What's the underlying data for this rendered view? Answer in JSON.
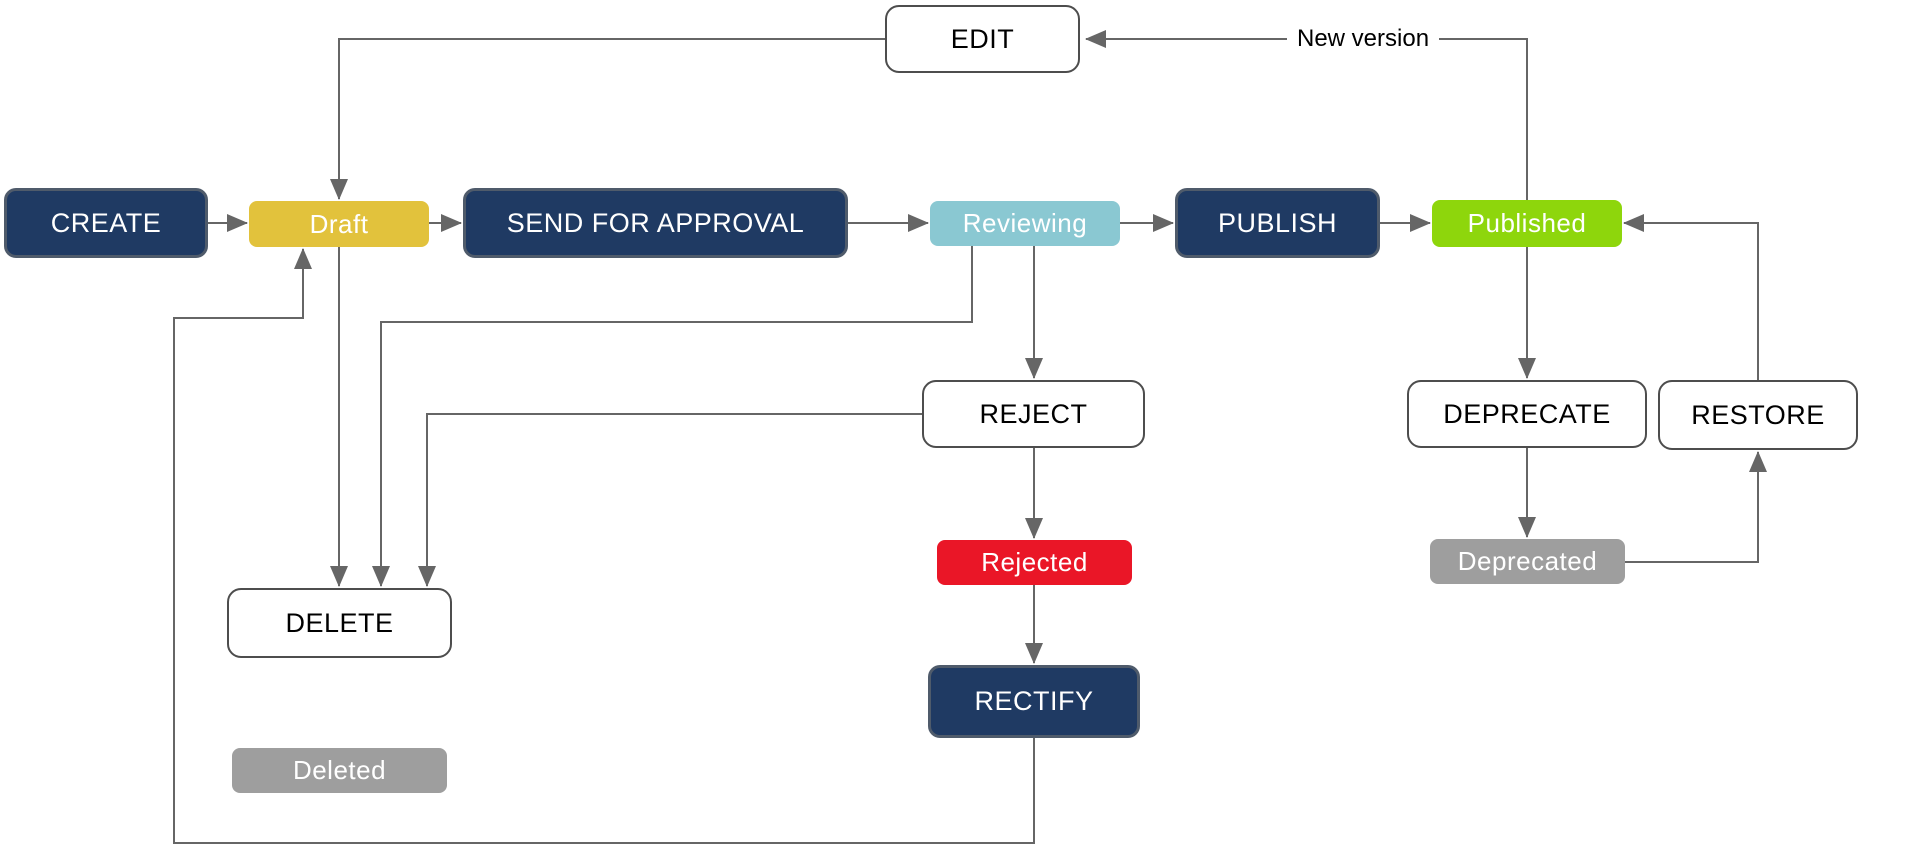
{
  "diagram": {
    "type": "flowchart",
    "line_color": "#666666",
    "palette": {
      "action_navy": "#1F3A63",
      "draft_gold": "#E2C23C",
      "reviewing_teal": "#8AC8D2",
      "published_green": "#8ED60C",
      "rejected_red": "#EA1627",
      "terminal_gray": "#9E9E9E",
      "command_white": "#FFFFFF"
    },
    "nodes": {
      "create": {
        "label": "CREATE",
        "type": "action",
        "fill": "#1F3A63",
        "text_color": "#FFFFFF"
      },
      "draft": {
        "label": "Draft",
        "type": "state",
        "fill": "#E2C23C",
        "text_color": "#FFFFFF"
      },
      "send_for_approval": {
        "label": "SEND FOR APPROVAL",
        "type": "action",
        "fill": "#1F3A63",
        "text_color": "#FFFFFF"
      },
      "reviewing": {
        "label": "Reviewing",
        "type": "state",
        "fill": "#8AC8D2",
        "text_color": "#FFFFFF"
      },
      "publish": {
        "label": "PUBLISH",
        "type": "action",
        "fill": "#1F3A63",
        "text_color": "#FFFFFF"
      },
      "published": {
        "label": "Published",
        "type": "state",
        "fill": "#8ED60C",
        "text_color": "#FFFFFF"
      },
      "edit": {
        "label": "EDIT",
        "type": "command",
        "fill": "#FFFFFF",
        "text_color": "#000000"
      },
      "reject": {
        "label": "REJECT",
        "type": "command",
        "fill": "#FFFFFF",
        "text_color": "#000000"
      },
      "rejected": {
        "label": "Rejected",
        "type": "state",
        "fill": "#EA1627",
        "text_color": "#FFFFFF"
      },
      "rectify": {
        "label": "RECTIFY",
        "type": "action",
        "fill": "#1F3A63",
        "text_color": "#FFFFFF"
      },
      "delete": {
        "label": "DELETE",
        "type": "command",
        "fill": "#FFFFFF",
        "text_color": "#000000"
      },
      "deleted": {
        "label": "Deleted",
        "type": "state",
        "fill": "#9E9E9E",
        "text_color": "#FFFFFF"
      },
      "deprecate": {
        "label": "DEPRECATE",
        "type": "command",
        "fill": "#FFFFFF",
        "text_color": "#000000"
      },
      "restore": {
        "label": "RESTORE",
        "type": "command",
        "fill": "#FFFFFF",
        "text_color": "#000000"
      },
      "deprecated": {
        "label": "Deprecated",
        "type": "state",
        "fill": "#9E9E9E",
        "text_color": "#FFFFFF"
      }
    },
    "edges": [
      {
        "from": "create",
        "to": "draft"
      },
      {
        "from": "draft",
        "to": "send_for_approval"
      },
      {
        "from": "send_for_approval",
        "to": "reviewing"
      },
      {
        "from": "reviewing",
        "to": "publish"
      },
      {
        "from": "publish",
        "to": "published"
      },
      {
        "from": "published",
        "to": "edit",
        "label": "New version"
      },
      {
        "from": "edit",
        "to": "draft"
      },
      {
        "from": "draft",
        "to": "delete"
      },
      {
        "from": "reviewing",
        "to": "delete"
      },
      {
        "from": "reject",
        "to": "delete"
      },
      {
        "from": "reviewing",
        "to": "reject"
      },
      {
        "from": "reject",
        "to": "rejected"
      },
      {
        "from": "rejected",
        "to": "rectify"
      },
      {
        "from": "rectify",
        "to": "draft"
      },
      {
        "from": "published",
        "to": "deprecate"
      },
      {
        "from": "deprecate",
        "to": "deprecated"
      },
      {
        "from": "deprecated",
        "to": "restore"
      },
      {
        "from": "restore",
        "to": "published"
      }
    ],
    "edge_labels": {
      "new_version": "New version"
    }
  }
}
